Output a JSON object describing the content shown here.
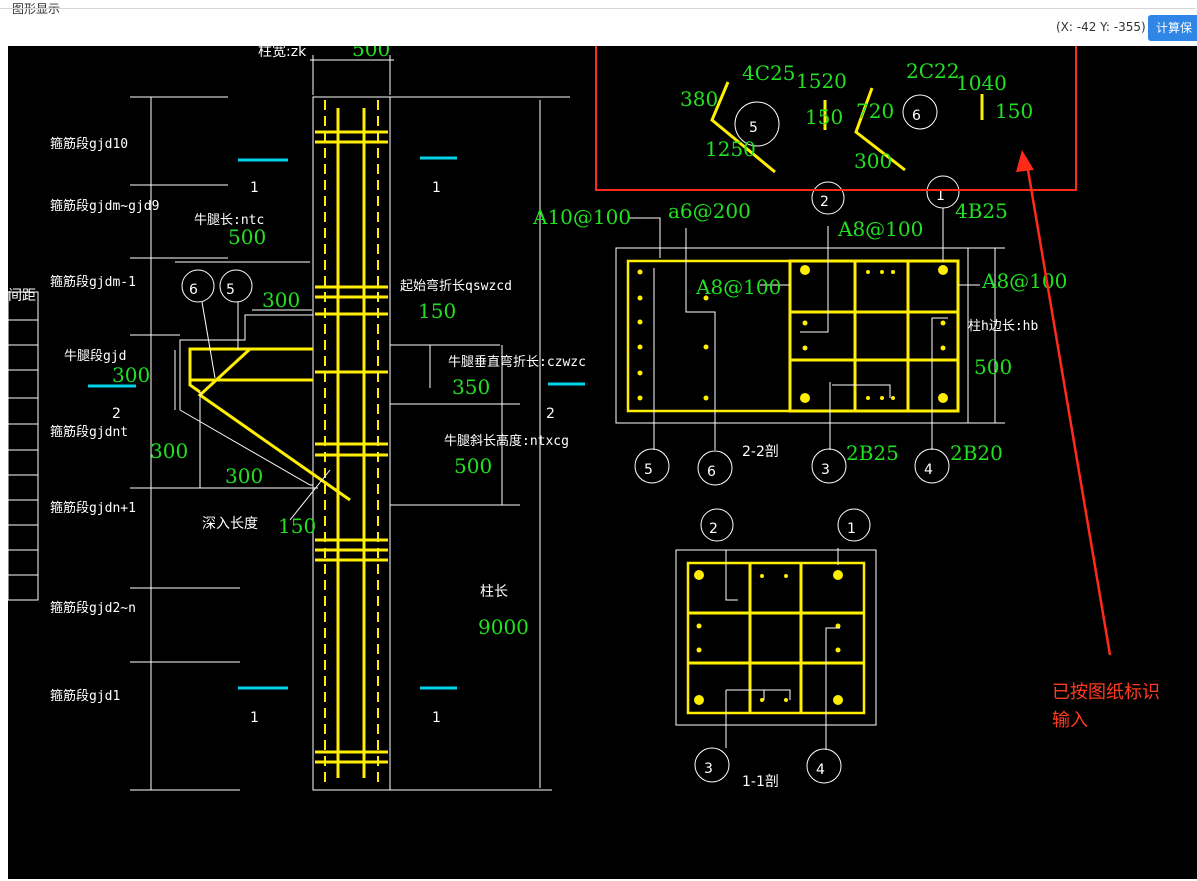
{
  "panel": {
    "title": "图形显示",
    "coords": "(X: -42 Y: -355)",
    "calc_button": "计算保"
  },
  "elevation": {
    "col_width_label": "柱宽:zk",
    "col_width_value": "500",
    "segments": [
      "箍筋段gjd10",
      "箍筋段gjdm~gjd9",
      "箍筋段gjdm-1",
      "牛腿段gjd",
      "箍筋段gjdnt",
      "箍筋段gjdn+1",
      "箍筋段gjd2~n",
      "箍筋段gjd1"
    ],
    "sec1": "1",
    "sec2": "2",
    "corbel_len_label": "牛腿长:ntc",
    "corbel_len_value": "500",
    "start_bend_label": "起始弯折长qswzcd",
    "start_bend_value": "150",
    "vert_bend_label": "牛腿垂直弯折长:czwzc",
    "vert_bend_value": "350",
    "slope_height_label": "牛腿斜长高度:ntxcg",
    "slope_height_value": "500",
    "depth_label": "深入长度",
    "depth_value": "150",
    "dim_300": "300",
    "col_len_label": "柱长",
    "col_len_value": "9000",
    "bar6": "6",
    "bar5": "5",
    "left_label": "间距"
  },
  "bars": {
    "b5_top": "4C25",
    "b5_left": "380",
    "b5_right": "1520",
    "b5_bottom": "1250",
    "b5_hook": "150",
    "b5_num": "5",
    "b6_top": "2C22",
    "b6_left": "720",
    "b6_right": "1040",
    "b6_bottom": "300",
    "b6_hook": "150",
    "b6_num": "6"
  },
  "section22": {
    "title": "2-2剖",
    "a10": "A10@100",
    "a6": "a6@200",
    "a8_1": "A8@100",
    "a8_2": "A8@100",
    "a8_3": "A8@100",
    "bar1": "4B25",
    "bar3": "2B25",
    "bar4": "2B20",
    "hb_label": "柱h边长:hb",
    "hb_value": "500",
    "n1": "1",
    "n2": "2",
    "n3": "3",
    "n4": "4",
    "n5": "5",
    "n6": "6"
  },
  "section11": {
    "title": "1-1剖",
    "n1": "1",
    "n2": "2",
    "n3": "3",
    "n4": "4"
  },
  "annotation": {
    "line1": "已按图纸标识",
    "line2": "输入"
  }
}
